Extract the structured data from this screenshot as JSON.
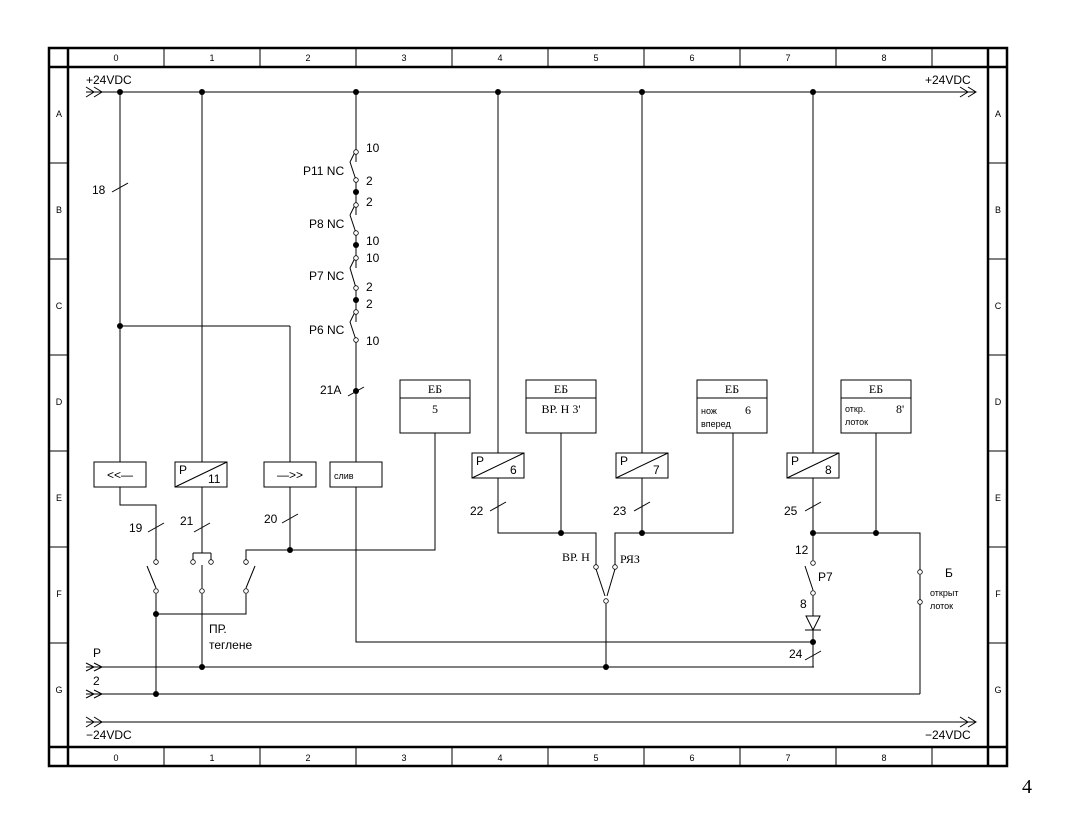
{
  "frame": {
    "columns": [
      "0",
      "1",
      "2",
      "3",
      "4",
      "5",
      "6",
      "7",
      "8"
    ],
    "rows": [
      "A",
      "B",
      "C",
      "D",
      "E",
      "F",
      "G"
    ]
  },
  "rails": {
    "top_left": "+24VDC",
    "top_right": "+24VDC",
    "bottom_left": "−24VDC",
    "bottom_right": "−24VDC",
    "bus_p": "P",
    "bus_2": "2"
  },
  "wires": {
    "w18": "18",
    "w19": "19",
    "w21": "21",
    "w20": "20",
    "w21a": "21A",
    "w22": "22",
    "w23": "23",
    "w25": "25",
    "w24": "24"
  },
  "contacts": {
    "p11": {
      "label": "P11 NC",
      "top": "10",
      "bottom": "2"
    },
    "p8": {
      "label": "P8 NC",
      "top": "2",
      "bottom": "10"
    },
    "p7": {
      "label": "P7 NC",
      "top": "10",
      "bottom": "2"
    },
    "p6": {
      "label": "P6 NC",
      "top": "2",
      "bottom": "10"
    },
    "vrn": "ВР. Н",
    "ryaz": "РЯЗ",
    "p7_switch": {
      "label": "P7",
      "top": "12",
      "bottom": "8"
    },
    "b_switch": {
      "label": "Б",
      "sub1": "открыт",
      "sub2": "лоток"
    }
  },
  "devices": {
    "left_arrow": "<<—",
    "p11": {
      "letter": "P",
      "num": "11"
    },
    "right_arrow": "—>>",
    "sliv": "слив",
    "p6": {
      "letter": "P",
      "num": "6"
    },
    "p7": {
      "letter": "P",
      "num": "7"
    },
    "p8": {
      "letter": "P",
      "num": "8"
    }
  },
  "eb": {
    "eb5": {
      "title": "ЕБ",
      "text": "5"
    },
    "eb3": {
      "title": "ЕБ",
      "text": "ВР. Н  3'"
    },
    "eb6": {
      "title": "ЕБ",
      "line1": "нож",
      "line2": "вперед",
      "num": "6"
    },
    "eb8": {
      "title": "ЕБ",
      "line1": "откр.",
      "line2": "лоток",
      "num": "8'"
    }
  },
  "pr": {
    "line1": "ПР.",
    "line2": "теглене"
  },
  "page_number": "4"
}
